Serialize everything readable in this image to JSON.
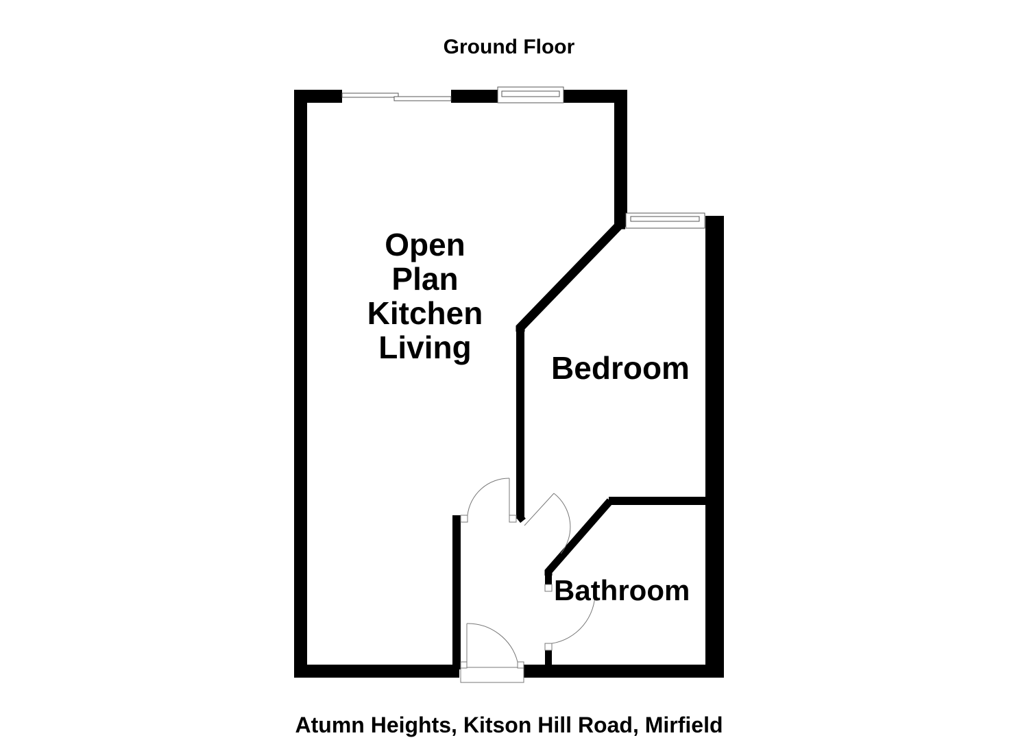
{
  "plan": {
    "title": "Ground Floor",
    "address": "Atumn Heights, Kitson Hill Road, Mirfield",
    "rooms": [
      {
        "id": "open-plan",
        "label_lines": [
          "Open",
          "Plan",
          "Kitchen",
          "Living"
        ]
      },
      {
        "id": "bedroom",
        "label": "Bedroom"
      },
      {
        "id": "bathroom",
        "label": "Bathroom"
      }
    ],
    "colors": {
      "wall": "#000000",
      "background": "#ffffff",
      "fixture_line": "#555555"
    }
  }
}
